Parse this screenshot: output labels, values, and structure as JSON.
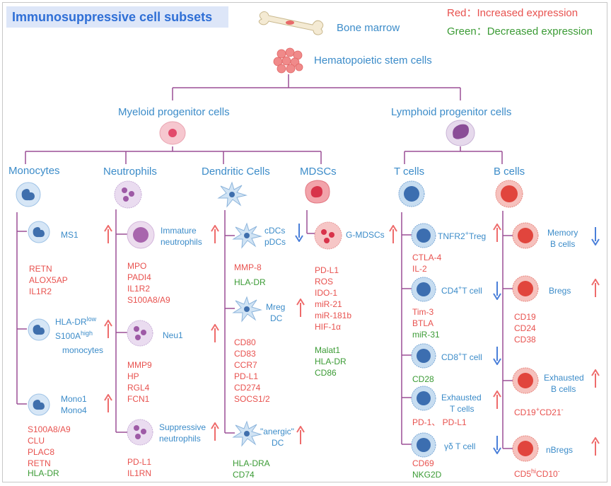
{
  "title": "Immunosuppressive cell subsets",
  "legend": {
    "red": "Red：Increased expression",
    "green": "Green：Decreased expression"
  },
  "top": {
    "bone_marrow": "Bone marrow",
    "hsc": "Hematopoietic stem cells"
  },
  "progenitors": {
    "myeloid": "Myeloid progenitor cells",
    "lymphoid": "Lymphoid progenitor cells"
  },
  "categories": {
    "monocytes": "Monocytes",
    "neutrophils": "Neutrophils",
    "dendritic": "Dendritic Cells",
    "mdscs": "MDSCs",
    "tcells": "T cells",
    "bcells": "B cells"
  },
  "monocytes": {
    "ms1": "MS1",
    "ms1_markers_red": [
      "RETN",
      "ALOX5AP",
      "IL1R2"
    ],
    "hla_pre": "HLA-DR",
    "hla_sup": "low",
    "s100a_pre": "S100A",
    "s100a_sup": "high",
    "mono_word": "monocytes",
    "mono14": [
      "Mono1",
      "Mono4"
    ],
    "mono14_markers_red": [
      "S100A8/A9",
      "CLU",
      "PLAC8",
      "RETN"
    ],
    "mono14_markers_green": [
      "HLA-DR"
    ]
  },
  "neutrophils": {
    "immature": [
      "Immature",
      "neutrophils"
    ],
    "immature_markers_red": [
      "MPO",
      "PADI4",
      "IL1R2",
      "S100A8/A9"
    ],
    "neu1": "Neu1",
    "neu1_markers_red": [
      "MMP9",
      "HP",
      "RGL4",
      "FCN1"
    ],
    "suppressive": [
      "Suppressive",
      "neutrophils"
    ],
    "suppressive_markers_red": [
      "PD-L1",
      "IL1RN"
    ]
  },
  "dendritic": {
    "cdcs": [
      "cDCs",
      "pDCs"
    ],
    "cdcs_markers_red": [
      "MMP-8"
    ],
    "cdcs_markers_green": [
      "HLA-DR"
    ],
    "mreg": [
      "Mreg",
      "DC"
    ],
    "mreg_markers_red": [
      "CD80",
      "CD83",
      "CCR7",
      "PD-L1",
      "CD274",
      "SOCS1/2"
    ],
    "anergic": [
      "\"anergic\"",
      "DC"
    ],
    "anergic_markers_green": [
      "HLA-DRA",
      "CD74"
    ]
  },
  "mdscs": {
    "g": "G-MDSCs",
    "g_markers_red": [
      "PD-L1",
      "ROS",
      "IDO-1",
      "miR-21",
      "miR-181b",
      "HIF-1α"
    ],
    "g_markers_green": [
      "Malat1",
      "HLA-DR",
      "CD86"
    ]
  },
  "tcells": {
    "treg_pre": "TNFR2",
    "treg_sup": "+",
    "treg_post": "Treg",
    "treg_markers_red": [
      "CTLA-4",
      "IL-2"
    ],
    "cd4_pre": "CD4",
    "cd4_sup": "+",
    "cd4_post": "T cell",
    "cd4_markers_red": [
      "Tim-3",
      "BTLA"
    ],
    "cd4_markers_green": [
      "miR-31"
    ],
    "cd8_pre": "CD8",
    "cd8_sup": "+",
    "cd8_post": "T cell",
    "cd8_markers_green": [
      "CD28"
    ],
    "exhausted": [
      "Exhausted",
      "T cells"
    ],
    "exhausted_markers_red": "PD-1、 PD-L1",
    "gd": "γδ T cell",
    "gd_markers_red": [
      "CD69"
    ],
    "gd_markers_green": [
      "NKG2D"
    ]
  },
  "bcells": {
    "memory": [
      "Memory",
      "B cells"
    ],
    "bregs": "Bregs",
    "bregs_markers_red": [
      "CD19",
      "CD24",
      "CD38"
    ],
    "exhausted": [
      "Exhausted",
      "B cells"
    ],
    "exh_m1": "CD19",
    "exh_s1": "+",
    "exh_m2": "CD21",
    "exh_s2": "-",
    "nbregs": "nBregs",
    "nb_m1": "CD5",
    "nb_s1": "hi",
    "nb_m2": "CD10",
    "nb_s2": "-"
  },
  "colors": {
    "line": "#9b4f96",
    "blue": "#3c8cc9",
    "red": "#e8524f",
    "green": "#3b9b35",
    "up_arrow": "#ee6b6b",
    "down_arrow": "#4a7fd9"
  }
}
